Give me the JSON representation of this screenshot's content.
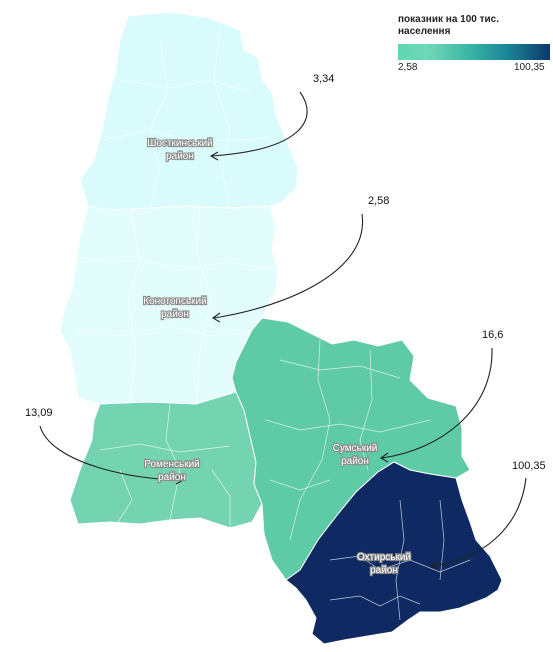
{
  "top_cut_text": "",
  "legend": {
    "title_line1": "показник на 100 тис.",
    "title_line2": "населення",
    "min": "2,58",
    "max": "100,35"
  },
  "colors": {
    "background": "#ffffff",
    "shostka": "#d9fbfb",
    "konotop": "#e3fdfd",
    "romny": "#74d4b1",
    "sumy": "#5fcaa6",
    "okhtyrka": "#0f2a63",
    "border": "#ffffff",
    "arrow": "#222222"
  },
  "regions": [
    {
      "id": "shostka",
      "label_line1": "Шосткинський",
      "label_line2": "район",
      "value": "3,34"
    },
    {
      "id": "konotop",
      "label_line1": "Конотопський",
      "label_line2": "район",
      "value": "2,58"
    },
    {
      "id": "romny",
      "label_line1": "Роменський",
      "label_line2": "район",
      "value": "13,09"
    },
    {
      "id": "sumy",
      "label_line1": "Сумський",
      "label_line2": "район",
      "value": "16,6"
    },
    {
      "id": "okhtyrka",
      "label_line1": "Охтирський",
      "label_line2": "район",
      "value": "100,35"
    }
  ]
}
